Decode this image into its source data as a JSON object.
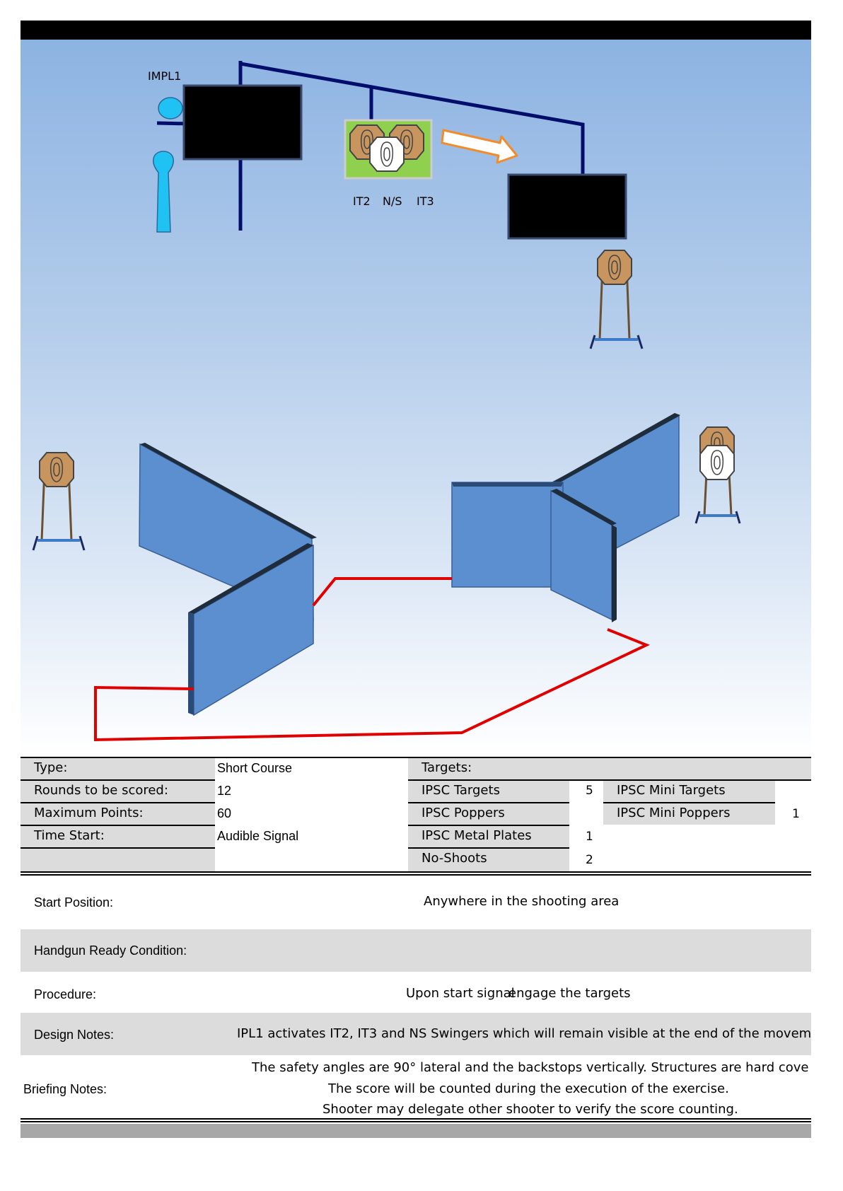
{
  "diagram": {
    "labels": {
      "impl1": "IMPL1",
      "it2": "IT2",
      "ns": "N/S",
      "it3": "IT3"
    },
    "colors": {
      "wall": "#5b8fd0",
      "wall_top": "#203040",
      "fault_line": "#e00000",
      "swinger_frame": "#000d6b",
      "swinger_panel": "#000000",
      "target_brown": "#c8955f",
      "target_white": "#ffffff",
      "activator": "#1fc2f2",
      "arrow_fill": "#ffffff",
      "arrow_stroke": "#f28c2a",
      "grass": "#8fd14f"
    }
  },
  "info": {
    "type_label": "Type:",
    "type_value": "Short Course",
    "rounds_label": "Rounds to be scored:",
    "rounds_value": "12",
    "max_points_label": "Maximum Points:",
    "max_points_value": "60",
    "time_start_label": "Time Start:",
    "time_start_value": "Audible Signal",
    "targets_label": "Targets:",
    "ipsc_targets_label": "IPSC Targets",
    "ipsc_targets_value": "5",
    "ipsc_poppers_label": "IPSC Poppers",
    "ipsc_metal_plates_label": "IPSC Metal Plates",
    "ipsc_metal_plates_value": "1",
    "no_shoots_label": "No-Shoots",
    "no_shoots_value": "2",
    "ipsc_mini_targets_label": "IPSC Mini Targets",
    "ipsc_mini_poppers_label": "IPSC Mini Poppers",
    "ipsc_mini_poppers_value": "1"
  },
  "brief": {
    "start_position_label": "Start Position:",
    "start_position_value": "Anywhere in the shooting area",
    "ready_condition_label": "Handgun Ready Condition:",
    "ready_condition_value": "",
    "procedure_label": "Procedure:",
    "procedure_value_a": "Upon start signal",
    "procedure_value_b": "engage the targets",
    "design_notes_label": "Design Notes:",
    "design_notes_value": "IPL1 activates IT2, IT3 and NS Swingers which will remain visible at the end of the movem",
    "briefing_notes_label": "Briefing Notes:",
    "briefing_line1": "The safety angles are 90° lateral and the backstops vertically. Structures are hard cove",
    "briefing_line2": "The score will be counted during the execution of the exercise.",
    "briefing_line3": "Shooter may delegate other shooter to verify the score counting."
  }
}
